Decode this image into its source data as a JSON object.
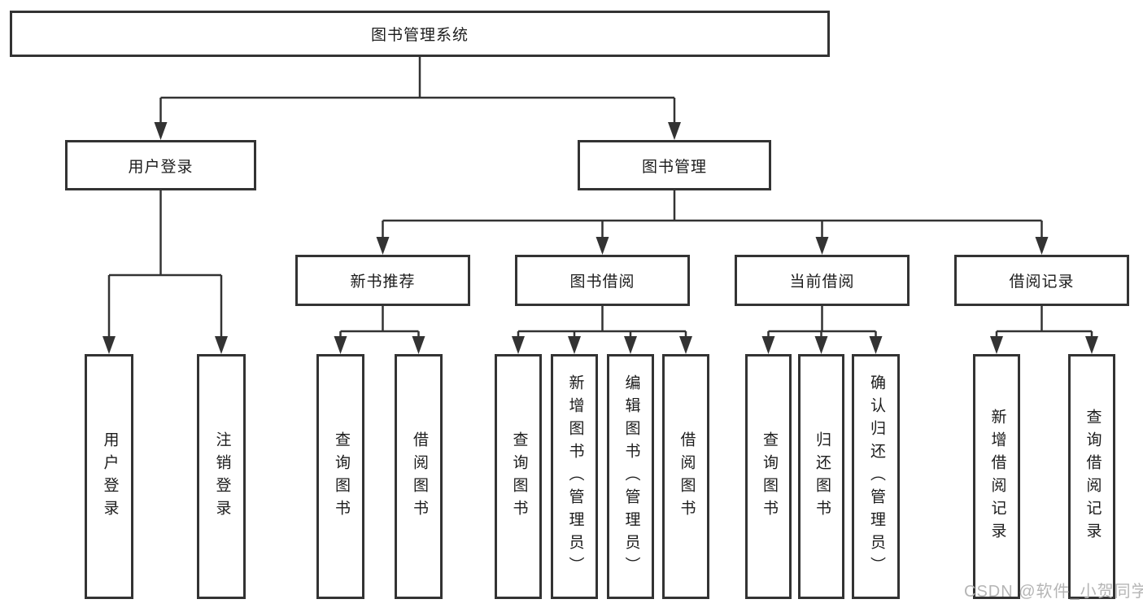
{
  "diagram": {
    "root": {
      "label": "图书管理系统"
    },
    "branches": [
      {
        "label": "用户登录",
        "children": [
          {
            "label": "用户登录"
          },
          {
            "label": "注销登录"
          }
        ]
      },
      {
        "label": "图书管理",
        "children": [
          {
            "label": "新书推荐",
            "children": [
              {
                "label": "查询图书"
              },
              {
                "label": "借阅图书"
              }
            ]
          },
          {
            "label": "图书借阅",
            "children": [
              {
                "label": "查询图书"
              },
              {
                "label": "新增图书（管理员）"
              },
              {
                "label": "编辑图书（管理员）"
              },
              {
                "label": "借阅图书"
              }
            ]
          },
          {
            "label": "当前借阅",
            "children": [
              {
                "label": "查询图书"
              },
              {
                "label": "归还图书"
              },
              {
                "label": "确认归还（管理员）"
              }
            ]
          },
          {
            "label": "借阅记录",
            "children": [
              {
                "label": "新增借阅记录"
              },
              {
                "label": "查询借阅记录"
              }
            ]
          }
        ]
      }
    ]
  },
  "watermark": {
    "text": "CSDN @软件_小贺同学"
  },
  "colors": {
    "line": "#333333",
    "box_border": "#333333",
    "text": "#1c1c1c",
    "watermark": "#b5b5b5",
    "background": "#ffffff"
  }
}
